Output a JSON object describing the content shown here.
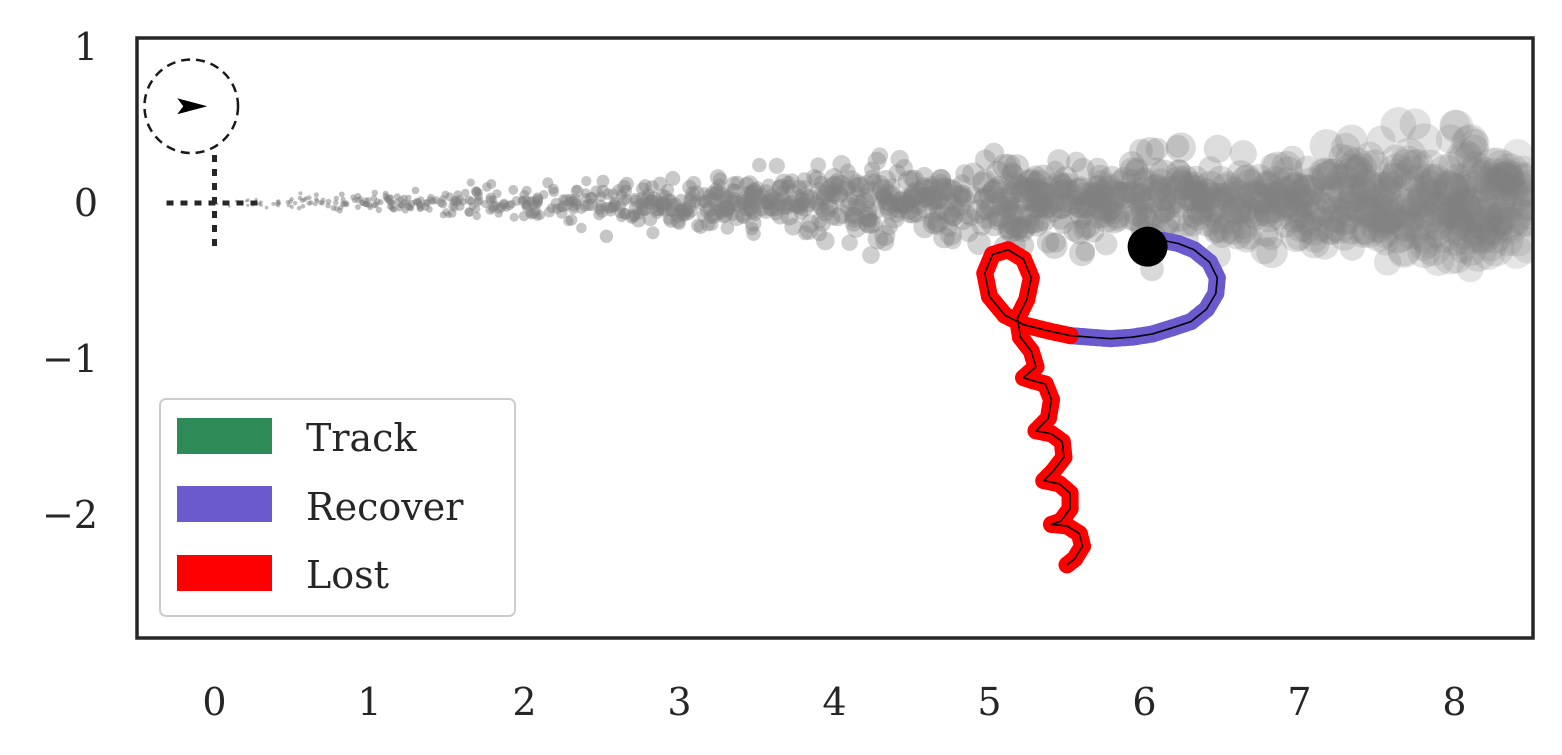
{
  "chart_data": {
    "type": "scatter",
    "title": "",
    "xlabel": "",
    "ylabel": "",
    "xlim": [
      -0.5,
      8.5
    ],
    "ylim": [
      -2.8,
      1.1
    ],
    "xticks": [
      0,
      1,
      2,
      3,
      4,
      5,
      6,
      7,
      8
    ],
    "yticks": [
      1,
      0,
      -1,
      -2
    ],
    "xtick_labels": [
      "0",
      "1",
      "2",
      "3",
      "4",
      "5",
      "6",
      "7",
      "8"
    ],
    "ytick_labels": [
      "1",
      "0",
      "−1",
      "−2"
    ],
    "grid": false,
    "legend": {
      "placement": "lower-left",
      "entries": [
        {
          "label": "Track",
          "color": "#2e8b57"
        },
        {
          "label": "Recover",
          "color": "#6a5acd"
        },
        {
          "label": "Lost",
          "color": "#ff0000"
        }
      ]
    },
    "cloud": {
      "color": "#808080",
      "description_points": "noisy cone of gray markers widening and growing from x=0 to x=8.5 centered near y=0",
      "x_range": [
        0,
        8.5
      ],
      "spread_y": [
        0.02,
        0.35
      ]
    },
    "start_marker": {
      "x": 6.02,
      "y": -0.28,
      "color": "#000000"
    },
    "origin_frame": {
      "x": 0,
      "y": 0
    },
    "heading_circle": {
      "x": -0.15,
      "y": 0.62,
      "radius_data": 0.3
    },
    "series": [
      {
        "name": "Recover",
        "color": "#6a5acd",
        "points": [
          [
            6.02,
            -0.25
          ],
          [
            6.12,
            -0.24
          ],
          [
            6.22,
            -0.26
          ],
          [
            6.32,
            -0.3
          ],
          [
            6.42,
            -0.38
          ],
          [
            6.47,
            -0.48
          ],
          [
            6.46,
            -0.58
          ],
          [
            6.4,
            -0.68
          ],
          [
            6.3,
            -0.76
          ],
          [
            6.18,
            -0.8
          ],
          [
            6.05,
            -0.84
          ],
          [
            5.92,
            -0.86
          ],
          [
            5.78,
            -0.87
          ],
          [
            5.65,
            -0.86
          ],
          [
            5.52,
            -0.85
          ]
        ]
      },
      {
        "name": "Lost",
        "color": "#ff0000",
        "points": [
          [
            5.52,
            -0.85
          ],
          [
            5.38,
            -0.82
          ],
          [
            5.22,
            -0.78
          ],
          [
            5.1,
            -0.72
          ],
          [
            5.0,
            -0.6
          ],
          [
            4.97,
            -0.45
          ],
          [
            5.02,
            -0.33
          ],
          [
            5.12,
            -0.3
          ],
          [
            5.22,
            -0.36
          ],
          [
            5.27,
            -0.48
          ],
          [
            5.24,
            -0.62
          ],
          [
            5.18,
            -0.74
          ],
          [
            5.2,
            -0.86
          ],
          [
            5.27,
            -0.95
          ],
          [
            5.3,
            -1.05
          ],
          [
            5.22,
            -1.12
          ],
          [
            5.28,
            -1.14
          ],
          [
            5.36,
            -1.16
          ],
          [
            5.4,
            -1.26
          ],
          [
            5.38,
            -1.38
          ],
          [
            5.3,
            -1.46
          ],
          [
            5.4,
            -1.48
          ],
          [
            5.47,
            -1.53
          ],
          [
            5.48,
            -1.63
          ],
          [
            5.41,
            -1.72
          ],
          [
            5.35,
            -1.78
          ],
          [
            5.45,
            -1.8
          ],
          [
            5.52,
            -1.86
          ],
          [
            5.52,
            -1.96
          ],
          [
            5.46,
            -2.04
          ],
          [
            5.4,
            -2.06
          ],
          [
            5.5,
            -2.07
          ],
          [
            5.58,
            -2.12
          ],
          [
            5.6,
            -2.2
          ],
          [
            5.55,
            -2.28
          ],
          [
            5.5,
            -2.32
          ]
        ]
      }
    ]
  }
}
